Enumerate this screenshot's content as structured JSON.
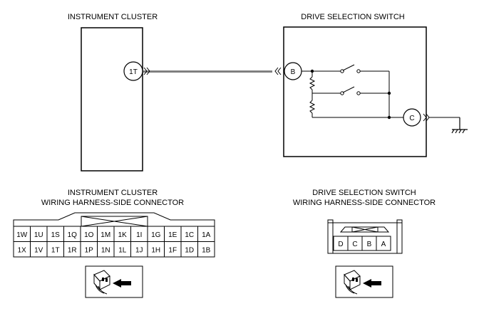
{
  "top": {
    "cluster_title": "INSTRUMENT CLUSTER",
    "switch_title": "DRIVE SELECTION SWITCH",
    "terminal_1t": "1T",
    "terminal_b": "B",
    "terminal_c": "C"
  },
  "cluster_connector": {
    "title_line1": "INSTRUMENT CLUSTER",
    "title_line2": "WIRING HARNESS-SIDE CONNECTOR",
    "row1": [
      "1W",
      "1U",
      "1S",
      "1Q",
      "1O",
      "1M",
      "1K",
      "1I",
      "1G",
      "1E",
      "1C",
      "1A"
    ],
    "row2": [
      "1X",
      "1V",
      "1T",
      "1R",
      "1P",
      "1N",
      "1L",
      "1J",
      "1H",
      "1F",
      "1D",
      "1B"
    ]
  },
  "switch_connector": {
    "title_line1": "DRIVE SELECTION SWITCH",
    "title_line2": "WIRING HARNESS-SIDE CONNECTOR",
    "pins": [
      "D",
      "C",
      "B",
      "A"
    ]
  }
}
